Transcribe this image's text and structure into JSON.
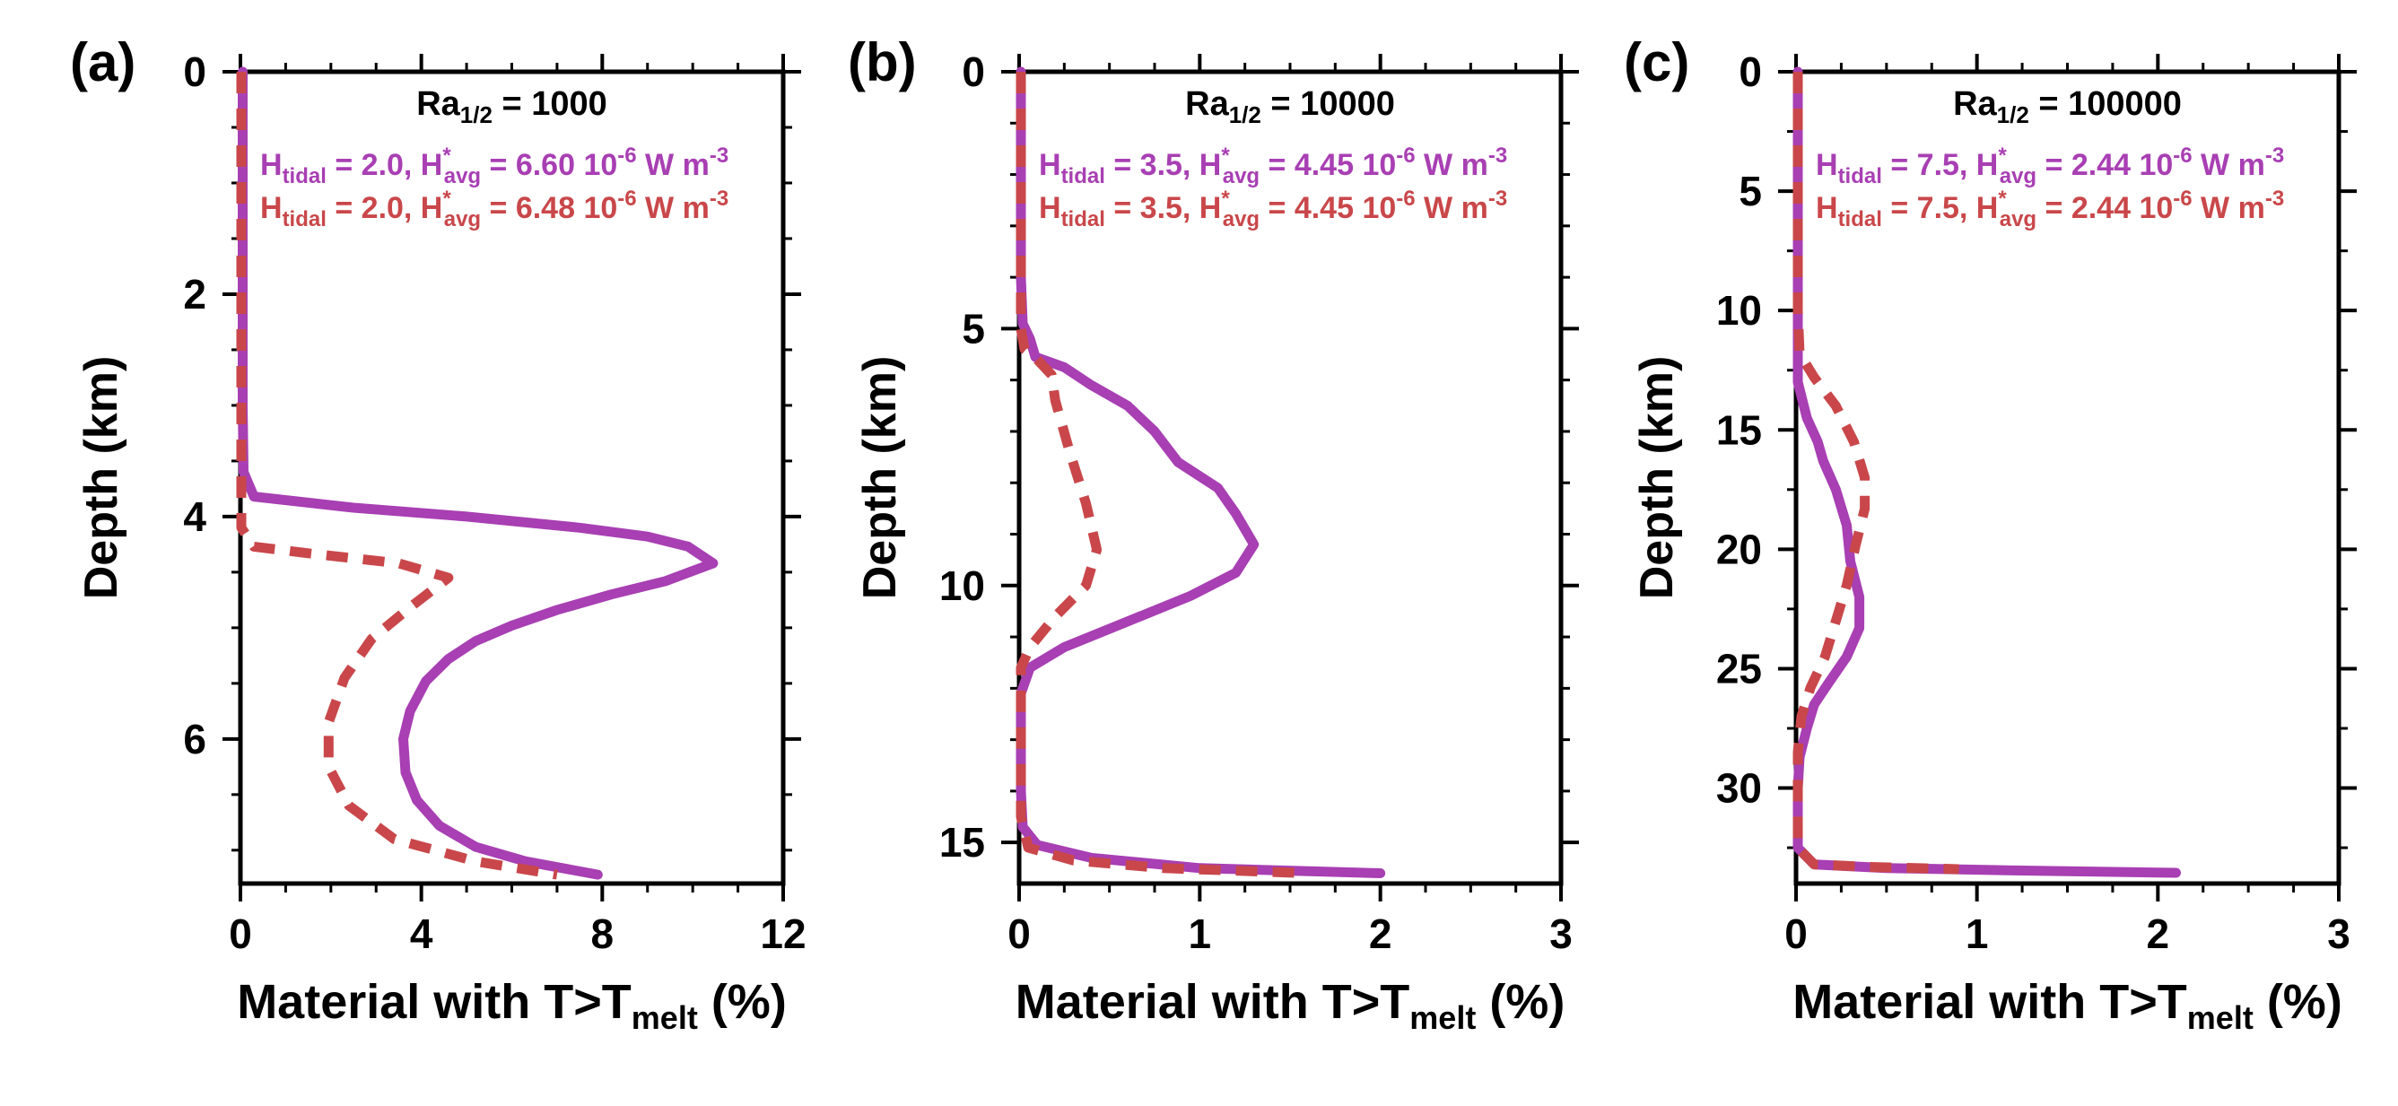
{
  "figure": {
    "y_axis_label": "Depth (km)",
    "x_axis_label_main": "Material with T>T",
    "x_axis_label_sub": "melt",
    "x_axis_label_tail": " (%)"
  },
  "colors": {
    "solid": "#a83fb3",
    "dashed": "#c9474a",
    "axes": "#000000"
  },
  "chart_data": [
    {
      "type": "line",
      "panel_label": "(a)",
      "title": {
        "main": "Ra",
        "sub": "1/2",
        "tail": " = 1000"
      },
      "xlim": [
        0,
        12
      ],
      "ylim": [
        7.3,
        0
      ],
      "xticks": [
        "0",
        "4",
        "8",
        "12"
      ],
      "xtick_values": [
        0,
        4,
        8,
        12
      ],
      "yticks": [
        "0",
        "2",
        "4",
        "6"
      ],
      "ytick_values": [
        0,
        2,
        4,
        6
      ],
      "xminor_step": 1,
      "yminor_step": 0.5,
      "series": [
        {
          "style": "solid",
          "annotation": {
            "h": "H",
            "hsub": "tidal",
            "t1": " = 2.0, H",
            "hsup": "*",
            "asub": "avg",
            "t2": " = 6.60 10",
            "esup": "-6",
            "t3": " W m",
            "usup": "-3"
          },
          "points": [
            [
              0.05,
              0
            ],
            [
              0.05,
              1.0
            ],
            [
              0.05,
              2.0
            ],
            [
              0.05,
              3.0
            ],
            [
              0.07,
              3.6
            ],
            [
              0.3,
              3.82
            ],
            [
              2.5,
              3.92
            ],
            [
              5.0,
              4.0
            ],
            [
              7.5,
              4.1
            ],
            [
              9.0,
              4.18
            ],
            [
              9.9,
              4.27
            ],
            [
              10.45,
              4.42
            ],
            [
              9.4,
              4.58
            ],
            [
              8.2,
              4.7
            ],
            [
              7.0,
              4.84
            ],
            [
              6.0,
              4.98
            ],
            [
              5.2,
              5.12
            ],
            [
              4.6,
              5.28
            ],
            [
              4.1,
              5.48
            ],
            [
              3.75,
              5.75
            ],
            [
              3.6,
              6.0
            ],
            [
              3.65,
              6.3
            ],
            [
              3.9,
              6.55
            ],
            [
              4.4,
              6.78
            ],
            [
              5.2,
              6.97
            ],
            [
              6.3,
              7.1
            ],
            [
              7.9,
              7.22
            ]
          ]
        },
        {
          "style": "dashed",
          "annotation": {
            "h": "H",
            "hsub": "tidal",
            "t1": " = 2.0, H",
            "hsup": "*",
            "asub": "avg",
            "t2": " = 6.48 10",
            "esup": "-6",
            "t3": " W m",
            "usup": "-3"
          },
          "points": [
            [
              0.02,
              0
            ],
            [
              0.02,
              1.0
            ],
            [
              0.02,
              2.0
            ],
            [
              0.02,
              3.0
            ],
            [
              0.02,
              4.1
            ],
            [
              0.3,
              4.27
            ],
            [
              1.5,
              4.33
            ],
            [
              3.5,
              4.42
            ],
            [
              4.6,
              4.55
            ],
            [
              3.8,
              4.8
            ],
            [
              2.9,
              5.1
            ],
            [
              2.3,
              5.45
            ],
            [
              1.95,
              5.85
            ],
            [
              1.95,
              6.25
            ],
            [
              2.4,
              6.6
            ],
            [
              3.4,
              6.9
            ],
            [
              5.2,
              7.1
            ],
            [
              7.0,
              7.22
            ]
          ]
        }
      ]
    },
    {
      "type": "line",
      "panel_label": "(b)",
      "title": {
        "main": "Ra",
        "sub": "1/2",
        "tail": " = 10000"
      },
      "xlim": [
        0,
        3
      ],
      "ylim": [
        15.8,
        0
      ],
      "xticks": [
        "0",
        "1",
        "2",
        "3"
      ],
      "xtick_values": [
        0,
        1,
        2,
        3
      ],
      "yticks": [
        "0",
        "5",
        "10",
        "15"
      ],
      "ytick_values": [
        0,
        5,
        10,
        15
      ],
      "xminor_step": 0.25,
      "yminor_step": 1,
      "series": [
        {
          "style": "solid",
          "annotation": {
            "h": "H",
            "hsub": "tidal",
            "t1": " = 3.5, H",
            "hsup": "*",
            "asub": "avg",
            "t2": " = 4.45 10",
            "esup": "-6",
            "t3": " W m",
            "usup": "-3"
          },
          "points": [
            [
              0.01,
              0
            ],
            [
              0.01,
              2.0
            ],
            [
              0.01,
              4.0
            ],
            [
              0.02,
              4.9
            ],
            [
              0.06,
              5.2
            ],
            [
              0.09,
              5.55
            ],
            [
              0.25,
              5.75
            ],
            [
              0.4,
              6.1
            ],
            [
              0.6,
              6.5
            ],
            [
              0.75,
              7.0
            ],
            [
              0.88,
              7.6
            ],
            [
              1.1,
              8.1
            ],
            [
              1.2,
              8.6
            ],
            [
              1.3,
              9.2
            ],
            [
              1.2,
              9.75
            ],
            [
              0.95,
              10.2
            ],
            [
              0.6,
              10.7
            ],
            [
              0.25,
              11.2
            ],
            [
              0.06,
              11.6
            ],
            [
              0.01,
              12.1
            ],
            [
              0.01,
              13.0
            ],
            [
              0.01,
              14.0
            ],
            [
              0.02,
              14.7
            ],
            [
              0.1,
              15.05
            ],
            [
              0.4,
              15.3
            ],
            [
              1.0,
              15.5
            ],
            [
              2.0,
              15.6
            ]
          ]
        },
        {
          "style": "dashed",
          "annotation": {
            "h": "H",
            "hsub": "tidal",
            "t1": " = 3.5, H",
            "hsup": "*",
            "asub": "avg",
            "t2": " = 4.45 10",
            "esup": "-6",
            "t3": " W m",
            "usup": "-3"
          },
          "points": [
            [
              0.01,
              0
            ],
            [
              0.01,
              2.0
            ],
            [
              0.01,
              4.0
            ],
            [
              0.01,
              5.0
            ],
            [
              0.03,
              5.4
            ],
            [
              0.1,
              5.6
            ],
            [
              0.18,
              5.9
            ],
            [
              0.2,
              6.4
            ],
            [
              0.28,
              7.4
            ],
            [
              0.37,
              8.4
            ],
            [
              0.43,
              9.3
            ],
            [
              0.37,
              10.0
            ],
            [
              0.2,
              10.6
            ],
            [
              0.06,
              11.2
            ],
            [
              0.01,
              11.6
            ],
            [
              0.01,
              13.0
            ],
            [
              0.01,
              14.5
            ],
            [
              0.05,
              15.1
            ],
            [
              0.3,
              15.35
            ],
            [
              0.8,
              15.5
            ],
            [
              1.6,
              15.6
            ]
          ]
        }
      ]
    },
    {
      "type": "line",
      "panel_label": "(c)",
      "title": {
        "main": "Ra",
        "sub": "1/2",
        "tail": " = 100000"
      },
      "xlim": [
        0,
        3
      ],
      "ylim": [
        34,
        0
      ],
      "xticks": [
        "0",
        "1",
        "2",
        "3"
      ],
      "xtick_values": [
        0,
        1,
        2,
        3
      ],
      "yticks": [
        "0",
        "5",
        "10",
        "15",
        "20",
        "25",
        "30"
      ],
      "ytick_values": [
        0,
        5,
        10,
        15,
        20,
        25,
        30
      ],
      "xminor_step": 0.25,
      "yminor_step": 2.5,
      "series": [
        {
          "style": "solid",
          "annotation": {
            "h": "H",
            "hsub": "tidal",
            "t1": " = 7.5, H",
            "hsup": "*",
            "asub": "avg",
            "t2": " = 2.44 10",
            "esup": "-6",
            "t3": " W m",
            "usup": "-3"
          },
          "points": [
            [
              0.01,
              0
            ],
            [
              0.01,
              5.0
            ],
            [
              0.01,
              10.0
            ],
            [
              0.01,
              13.0
            ],
            [
              0.06,
              14.5
            ],
            [
              0.12,
              15.5
            ],
            [
              0.15,
              16.3
            ],
            [
              0.22,
              17.5
            ],
            [
              0.28,
              19.0
            ],
            [
              0.3,
              20.5
            ],
            [
              0.35,
              22.0
            ],
            [
              0.35,
              23.3
            ],
            [
              0.28,
              24.5
            ],
            [
              0.18,
              25.6
            ],
            [
              0.1,
              26.5
            ],
            [
              0.06,
              27.5
            ],
            [
              0.02,
              28.7
            ],
            [
              0.01,
              30.0
            ],
            [
              0.01,
              31.5
            ],
            [
              0.01,
              32.5
            ],
            [
              0.1,
              33.2
            ],
            [
              0.5,
              33.35
            ],
            [
              1.2,
              33.45
            ],
            [
              2.1,
              33.55
            ]
          ]
        },
        {
          "style": "dashed",
          "annotation": {
            "h": "H",
            "hsub": "tidal",
            "t1": " = 7.5, H",
            "hsup": "*",
            "asub": "avg",
            "t2": " = 2.44 10",
            "esup": "-6",
            "t3": " W m",
            "usup": "-3"
          },
          "points": [
            [
              0.01,
              0
            ],
            [
              0.01,
              5.0
            ],
            [
              0.01,
              10.0
            ],
            [
              0.02,
              11.8
            ],
            [
              0.1,
              12.8
            ],
            [
              0.22,
              14.0
            ],
            [
              0.32,
              15.5
            ],
            [
              0.38,
              17.0
            ],
            [
              0.38,
              18.3
            ],
            [
              0.33,
              19.8
            ],
            [
              0.28,
              21.5
            ],
            [
              0.22,
              23.0
            ],
            [
              0.16,
              24.5
            ],
            [
              0.08,
              25.8
            ],
            [
              0.03,
              27.0
            ],
            [
              0.01,
              28.5
            ],
            [
              0.01,
              30.0
            ],
            [
              0.01,
              32.5
            ],
            [
              0.1,
              33.2
            ],
            [
              0.4,
              33.3
            ],
            [
              0.9,
              33.4
            ]
          ]
        }
      ]
    }
  ]
}
